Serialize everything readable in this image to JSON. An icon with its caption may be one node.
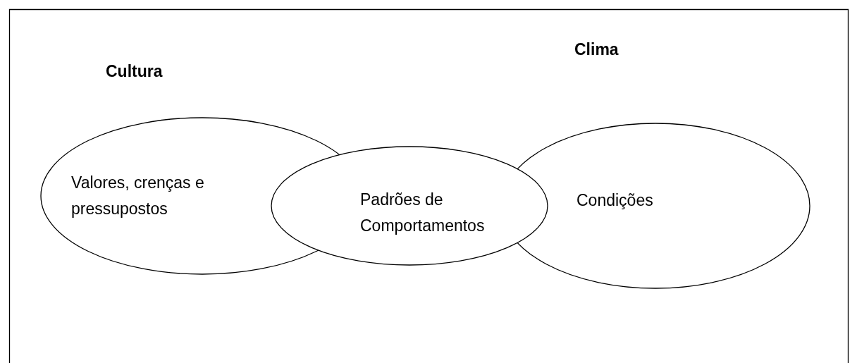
{
  "diagram": {
    "nodes": [
      {
        "text": [
          "Cultura",
          "Valores, crenças e pressupostos"
        ]
      },
      {
        "text": [
          "Padrões de Comportamentos"
        ]
      },
      {
        "text": [
          "Clima",
          "Condições"
        ]
      }
    ]
  }
}
